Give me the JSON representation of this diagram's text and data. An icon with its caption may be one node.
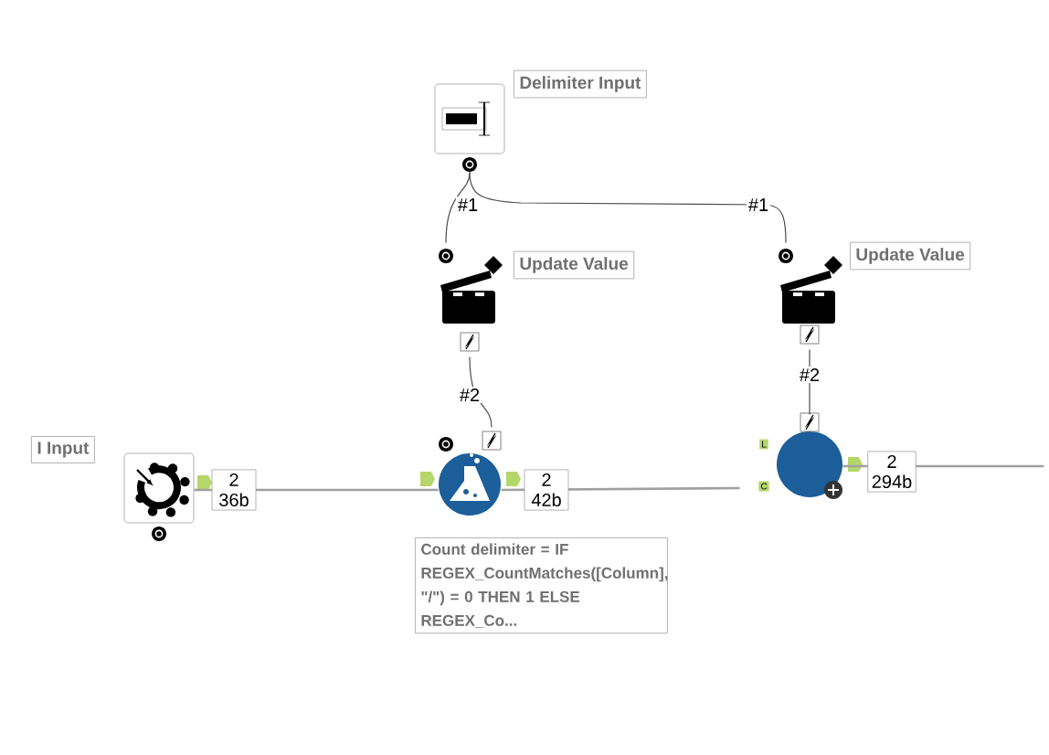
{
  "diagram": {
    "nodes": [
      {
        "text": [
          "Delimiter Input"
        ]
      },
      {
        "text": [
          "Update Value"
        ]
      },
      {
        "text": [
          "Update Value"
        ]
      },
      {
        "text": [
          "I Input"
        ]
      },
      {
        "text": [
          "Count delimiter = IF REGEX_CountMatches([Column], \"/\") = 0 THEN 1 ELSE REGEX_Co..."
        ]
      },
      {
        "text": [],
        "shape": "circle"
      }
    ],
    "edges": [
      {
        "from": 0,
        "to": 1,
        "arrow": "none",
        "label": "#1"
      },
      {
        "from": 0,
        "to": 2,
        "arrow": "none",
        "label": "#1"
      },
      {
        "from": 1,
        "to": 4,
        "arrow": "none",
        "label": "#2"
      },
      {
        "from": 2,
        "to": 5,
        "arrow": "none",
        "label": "#2"
      },
      {
        "from": 3,
        "to": 4,
        "arrow": "none"
      },
      {
        "from": 4,
        "to": 5,
        "arrow": "none"
      },
      {
        "from": 5,
        "to": null,
        "arrow": "none"
      }
    ],
    "labels": [
      "2",
      "36b",
      "2",
      "42b",
      "L",
      "C",
      "2",
      "294b"
    ]
  }
}
